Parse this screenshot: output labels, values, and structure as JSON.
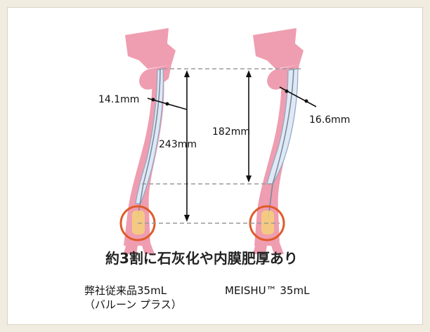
{
  "colors": {
    "aorta": "#ef9db0",
    "aorta_dark": "#e07f96",
    "balloon": "#dfe9f6",
    "balloon_edge": "#8fa6c3",
    "wire": "#7b8796",
    "dashed": "#9a9a9a",
    "arrow": "#111111",
    "circle": "#e05a2a",
    "calcification": "#f5d27a",
    "panel_bg": "#ffffff",
    "page_bg": "#f1ece0"
  },
  "measurements": {
    "left_diameter": "14.1mm",
    "left_length": "243mm",
    "right_length": "182mm",
    "right_diameter": "16.6mm"
  },
  "caption": "約3割に石灰化や内膜肥厚あり",
  "products": {
    "left_line1": "弊社従来品35mL",
    "left_line2": "（バルーン プラス）",
    "right_line1": "MEISHU™ 35mL"
  }
}
